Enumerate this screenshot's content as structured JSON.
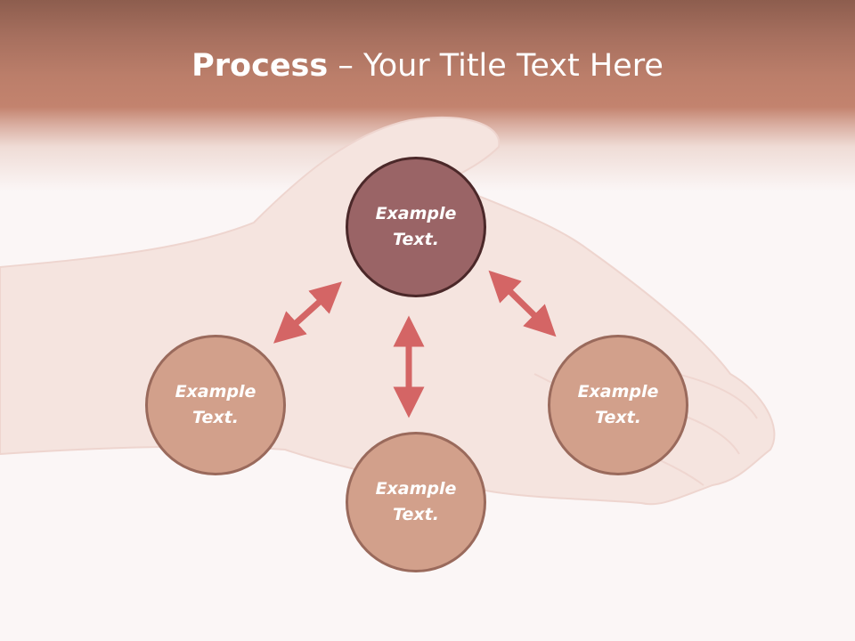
{
  "slide": {
    "title_bold": "Process",
    "title_rest": " – Your Title Text Here"
  },
  "nodes": {
    "top": {
      "line1": "Example",
      "line2": "Text."
    },
    "left": {
      "line1": "Example",
      "line2": "Text."
    },
    "right": {
      "line1": "Example",
      "line2": "Text."
    },
    "bottom": {
      "line1": "Example",
      "line2": "Text."
    }
  },
  "colors": {
    "header_band": "#c3836e",
    "hub_fill": "#9a6466",
    "hub_border": "#4b2829",
    "satellite_fill": "#d2a08b",
    "satellite_border": "#9a6a5c",
    "arrow": "#d46565",
    "background": "#fbf6f6"
  }
}
